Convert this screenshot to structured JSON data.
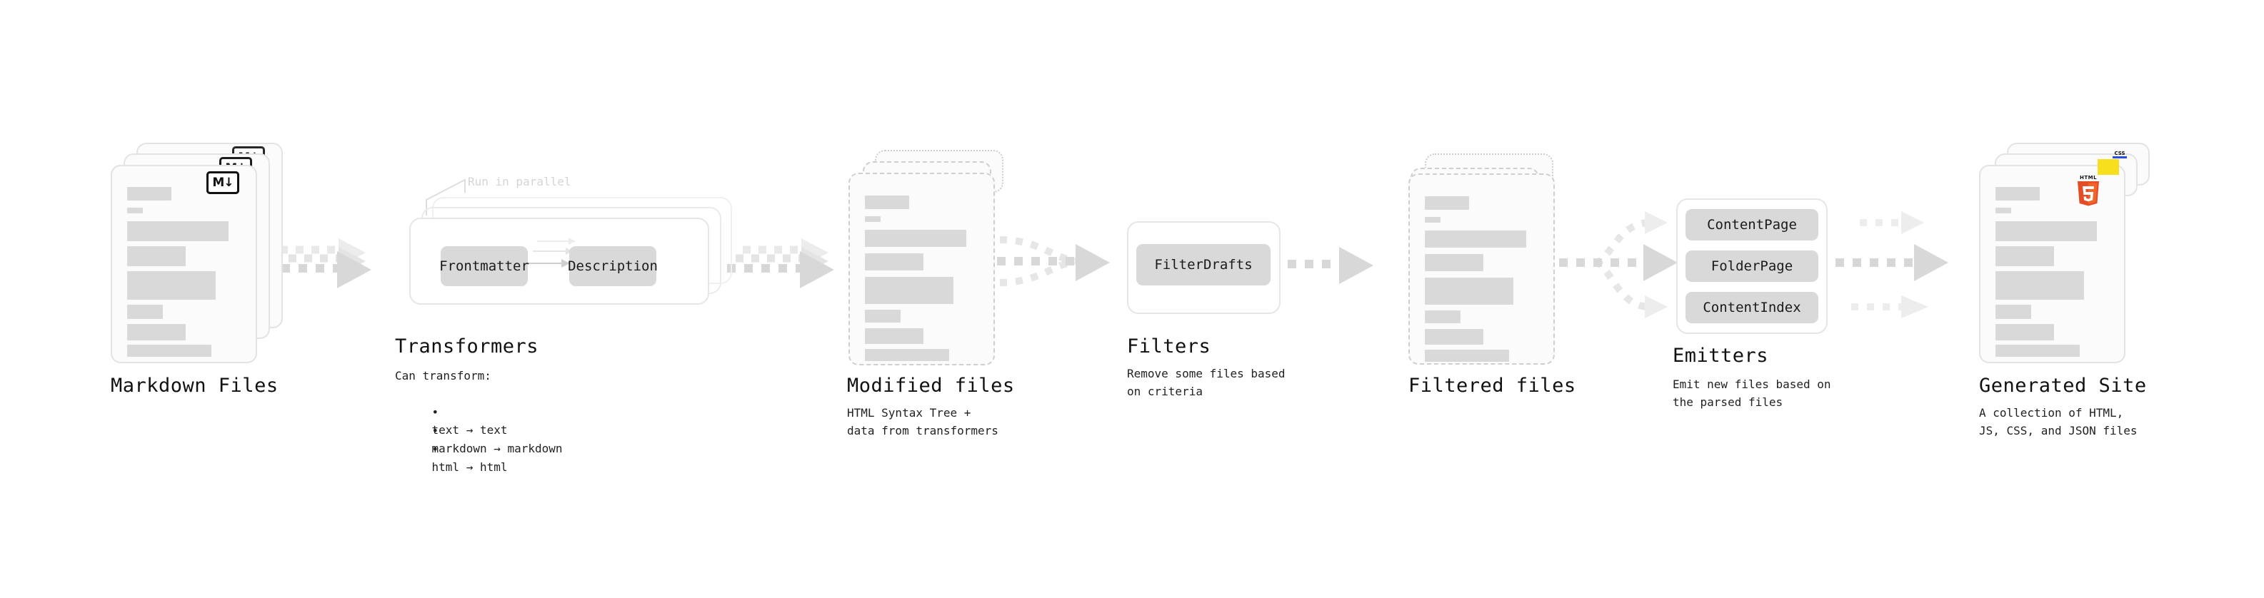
{
  "diagram": {
    "title": "Quartz content pipeline",
    "colors": {
      "card_bg": "#fbfbfb",
      "card_border": "#e3e3e3",
      "bar": "#d9d9d9",
      "pill": "#d9d9d9",
      "arrow": "#d8d8d8",
      "text": "#111111",
      "faint_text": "#d5d5d5",
      "html5": "#e44d26",
      "html5_dark": "#f16529",
      "css3": "#264de4",
      "js": "#f7df1e"
    },
    "stages": [
      {
        "id": "markdown-files",
        "title": "Markdown Files",
        "subtitle": "",
        "kind": "document-stack",
        "badge": "markdown-badge",
        "badge_text": "M↓"
      },
      {
        "id": "transformers",
        "title": "Transformers",
        "subtitle": "Can transform:",
        "kind": "process-group",
        "annotation": "Run in parallel",
        "bullets": [
          "text → text",
          "markdown → markdown",
          "html → html"
        ],
        "pills": [
          "Frontmatter",
          "Description"
        ]
      },
      {
        "id": "modified-files",
        "title": "Modified files",
        "subtitle": "HTML Syntax Tree +\ndata from transformers",
        "kind": "document-stack-dashed"
      },
      {
        "id": "filters",
        "title": "Filters",
        "subtitle": "Remove some files based\non criteria",
        "kind": "process-group",
        "pills": [
          "FilterDrafts"
        ]
      },
      {
        "id": "filtered-files",
        "title": "Filtered files",
        "subtitle": "",
        "kind": "document-stack-dashed"
      },
      {
        "id": "emitters",
        "title": "Emitters",
        "subtitle": "Emit new files based on\nthe parsed files",
        "kind": "process-group",
        "pills": [
          "ContentPage",
          "FolderPage",
          "ContentIndex"
        ]
      },
      {
        "id": "generated-site",
        "title": "Generated Site",
        "subtitle": "A collection of HTML,\nJS, CSS, and JSON files",
        "kind": "document-stack",
        "badges": [
          "css3-badge",
          "js-badge",
          "html5-badge"
        ],
        "html5_top": "HTML",
        "html5_num": "5",
        "css3_text": "CSS"
      }
    ],
    "bullet_char": "•"
  }
}
